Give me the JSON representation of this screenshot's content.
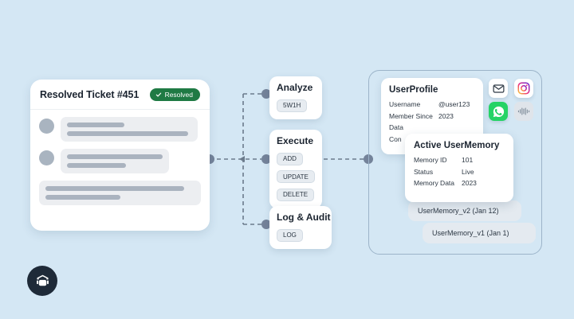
{
  "background_color": "#d4e7f4",
  "ticket": {
    "title": "Resolved Ticket #451",
    "badge_label": "Resolved",
    "badge_color": "#1f7a44",
    "badge_icon": "check-icon"
  },
  "nodes": [
    {
      "title": "Analyze",
      "tags": [
        "5W1H"
      ]
    },
    {
      "title": "Execute",
      "tags": [
        "ADD",
        "UPDATE",
        "DELETE"
      ]
    },
    {
      "title": "Log & Audit",
      "tags": [
        "LOG"
      ]
    }
  ],
  "profile": {
    "title": "UserProfile",
    "rows": [
      {
        "key": "Username",
        "value": "@user123"
      },
      {
        "key": "Member Since",
        "value": "2023"
      },
      {
        "key": "Data",
        "value": ""
      },
      {
        "key": "Con",
        "value": ""
      }
    ]
  },
  "memory": {
    "title": "Active UserMemory",
    "rows": [
      {
        "key": "Memory ID",
        "value": "101"
      },
      {
        "key": "Status",
        "value": "Live"
      },
      {
        "key": "Memory Data",
        "value": "2023"
      }
    ]
  },
  "versions": [
    {
      "label": "UserMemory_v2 (Jan 12)"
    },
    {
      "label": "UserMemory_v1 (Jan 1)"
    }
  ],
  "channels": [
    {
      "name": "email-icon",
      "color": "#ffffff"
    },
    {
      "name": "instagram-icon",
      "color": "#ffffff"
    },
    {
      "name": "whatsapp-icon",
      "color": "#25d366"
    },
    {
      "name": "voice-waveform-icon",
      "color": "#dfe4ea"
    }
  ],
  "logo": {
    "name": "brand-logo-icon",
    "color": "#1e2a38"
  },
  "connector_color": "#6b7b8c"
}
